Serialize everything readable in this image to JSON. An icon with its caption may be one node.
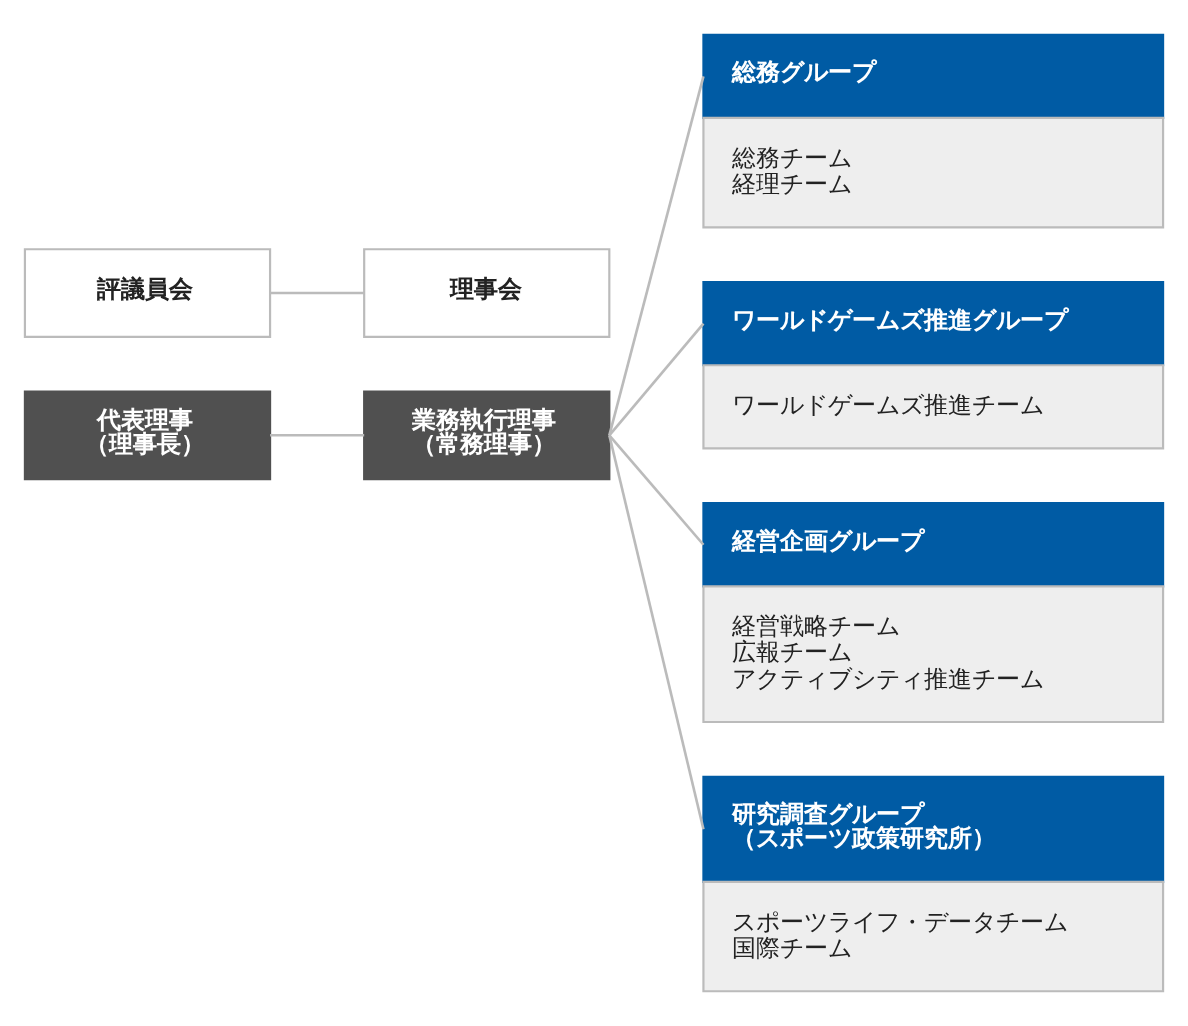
{
  "diagram": {
    "nodes": [
      {
        "text": [
          "評議員会"
        ]
      },
      {
        "text": [
          "理事会"
        ]
      },
      {
        "text": [
          "代表理事（理事長）"
        ]
      },
      {
        "text": [
          "業務執行理事（常務理事）"
        ]
      },
      {
        "text": [
          "総務グループ",
          "総務チーム",
          "経理チーム"
        ]
      },
      {
        "text": [
          "ワールドゲームズ推進グループ",
          "ワールドゲームズ推進チーム"
        ]
      },
      {
        "text": [
          "経営企画グループ",
          "経営戦略チーム",
          "広報チーム",
          "アクティブシティ推進チーム"
        ]
      },
      {
        "text": [
          "研究調査グループ（スポーツ政策研究所）",
          "スポーツライフ・データチーム",
          "国際チーム"
        ]
      }
    ],
    "edges": [
      {
        "from": 0,
        "to": 1,
        "arrow": "none"
      },
      {
        "from": 2,
        "to": 3,
        "arrow": "none"
      },
      {
        "from": 3,
        "to": 4,
        "arrow": "none"
      },
      {
        "from": 3,
        "to": 5,
        "arrow": "none"
      },
      {
        "from": 3,
        "to": 6,
        "arrow": "none"
      },
      {
        "from": 3,
        "to": 7,
        "arrow": "none"
      }
    ]
  }
}
